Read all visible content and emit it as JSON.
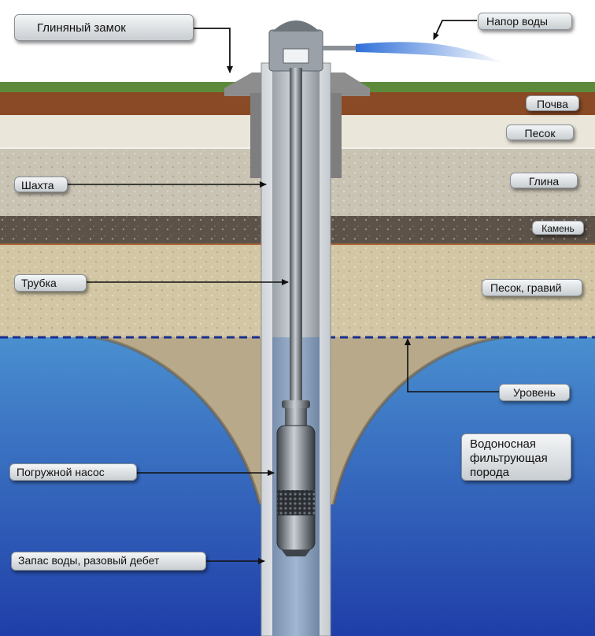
{
  "labels": {
    "clay_lock": "Глиняный замок",
    "water_pressure": "Напор воды",
    "soil": "Почва",
    "sand": "Песок",
    "clay": "Глина",
    "stone": "Камень",
    "shaft": "Шахта",
    "tube": "Трубка",
    "sand_gravel": "Песок, гравий",
    "level": "Уровень",
    "aquifer": "Водоносная\nфильтрующая\nпорода",
    "pump": "Погружной насос",
    "water_reserve": "Запас воды, разовый дебет"
  },
  "colors": {
    "grass": "#5d8a3a",
    "soil": "#8a4a25",
    "sand": "#ebe6da",
    "clay_layer": "#c9c3b3",
    "stone": "#5c5248",
    "gravel": "#d2c6a4",
    "water_top": "#4a8fd0",
    "water_bottom": "#1f3ea8",
    "level_line": "#1b2f8c",
    "casing": "#e9ecef"
  }
}
